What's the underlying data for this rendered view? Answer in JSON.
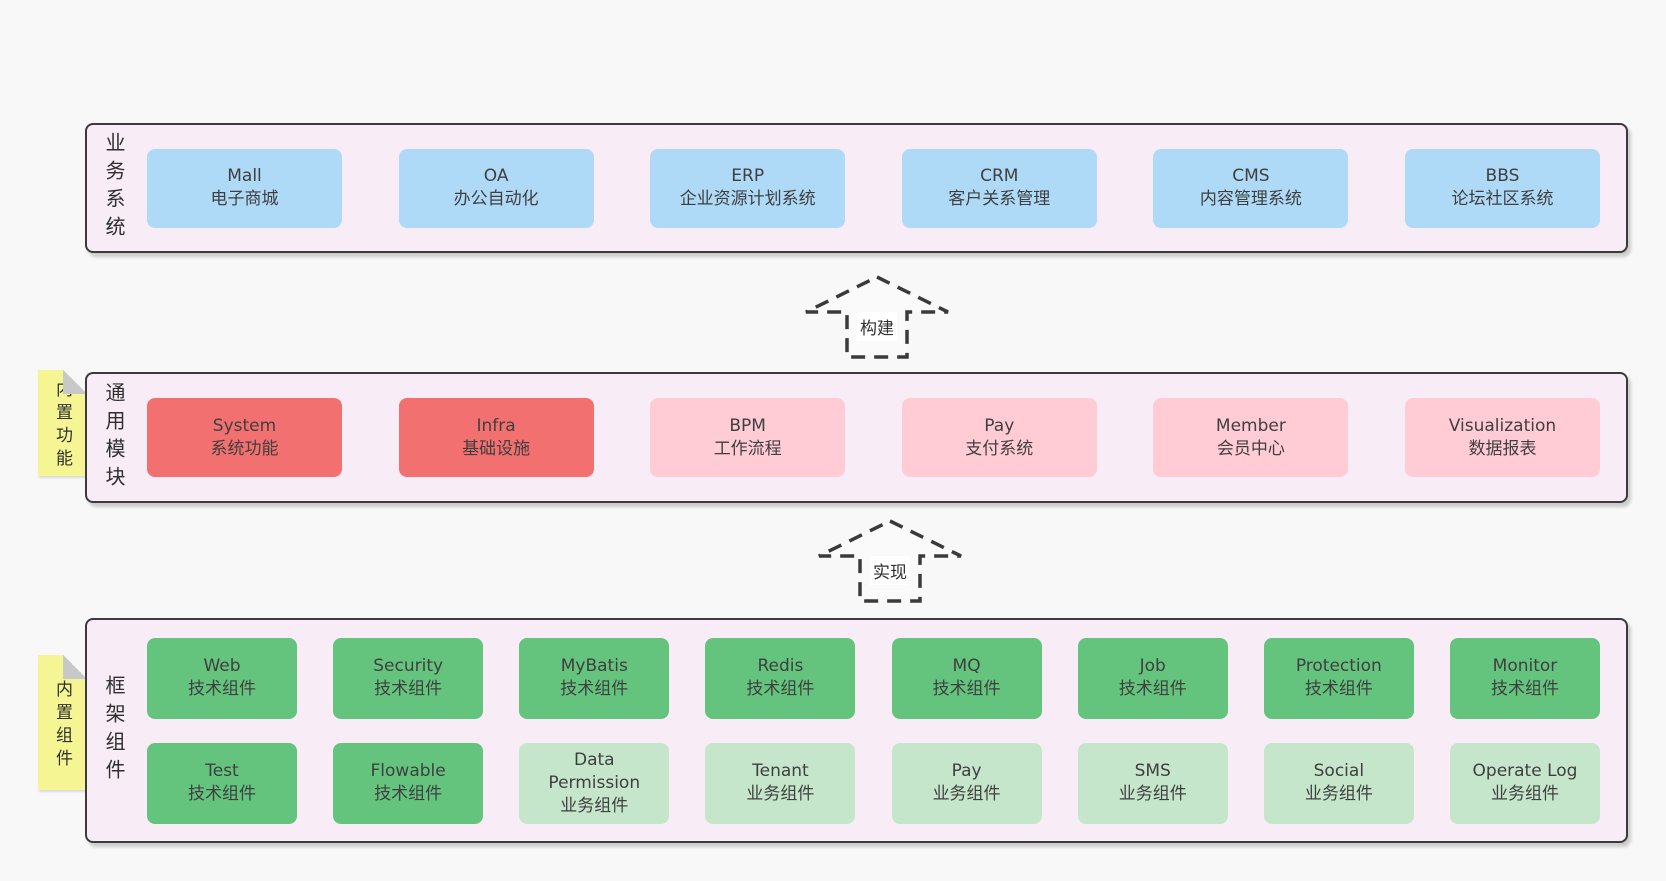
{
  "colors": {
    "page-bg": "#f8f8f8",
    "container-bg": "#f8edf6",
    "container-border": "#3b3b3b",
    "box-text": "#3f3f3f",
    "blue": "#aed9f7",
    "red": "#f2706f",
    "pink": "#ffccd5",
    "green": "#64c47e",
    "light-green": "#c5e6cb",
    "note-yellow": "#f6f593",
    "note-fold": "#c8c8c8",
    "arrow-stroke": "#3a3a3a"
  },
  "layers": [
    {
      "label": "业务系统",
      "rows": [
        [
          {
            "name": "Mall",
            "desc": "电子商城",
            "variant": "blue"
          },
          {
            "name": "OA",
            "desc": "办公自动化",
            "variant": "blue"
          },
          {
            "name": "ERP",
            "desc": "企业资源计划系统",
            "variant": "blue"
          },
          {
            "name": "CRM",
            "desc": "客户关系管理",
            "variant": "blue"
          },
          {
            "name": "CMS",
            "desc": "内容管理系统",
            "variant": "blue"
          },
          {
            "name": "BBS",
            "desc": "论坛社区系统",
            "variant": "blue"
          }
        ]
      ]
    },
    {
      "label": "通用模块",
      "note": "内置功能",
      "rows": [
        [
          {
            "name": "System",
            "desc": "系统功能",
            "variant": "red"
          },
          {
            "name": "Infra",
            "desc": "基础设施",
            "variant": "red"
          },
          {
            "name": "BPM",
            "desc": "工作流程",
            "variant": "pink"
          },
          {
            "name": "Pay",
            "desc": "支付系统",
            "variant": "pink"
          },
          {
            "name": "Member",
            "desc": "会员中心",
            "variant": "pink"
          },
          {
            "name": "Visualization",
            "desc": "数据报表",
            "variant": "pink"
          }
        ]
      ]
    },
    {
      "label": "框架组件",
      "note": "内置组件",
      "rows": [
        [
          {
            "name": "Web",
            "desc": "技术组件",
            "variant": "green"
          },
          {
            "name": "Security",
            "desc": "技术组件",
            "variant": "green"
          },
          {
            "name": "MyBatis",
            "desc": "技术组件",
            "variant": "green"
          },
          {
            "name": "Redis",
            "desc": "技术组件",
            "variant": "green"
          },
          {
            "name": "MQ",
            "desc": "技术组件",
            "variant": "green"
          },
          {
            "name": "Job",
            "desc": "技术组件",
            "variant": "green"
          },
          {
            "name": "Protection",
            "desc": "技术组件",
            "variant": "green"
          },
          {
            "name": "Monitor",
            "desc": "技术组件",
            "variant": "green"
          }
        ],
        [
          {
            "name": "Test",
            "desc": "技术组件",
            "variant": "green"
          },
          {
            "name": "Flowable",
            "desc": "技术组件",
            "variant": "green"
          },
          {
            "name": "Data Permission",
            "desc": "业务组件",
            "variant": "light-green"
          },
          {
            "name": "Tenant",
            "desc": "业务组件",
            "variant": "light-green"
          },
          {
            "name": "Pay",
            "desc": "业务组件",
            "variant": "light-green"
          },
          {
            "name": "SMS",
            "desc": "业务组件",
            "variant": "light-green"
          },
          {
            "name": "Social",
            "desc": "业务组件",
            "variant": "light-green"
          },
          {
            "name": "Operate Log",
            "desc": "业务组件",
            "variant": "light-green"
          }
        ]
      ]
    }
  ],
  "arrows": [
    {
      "label": "构建"
    },
    {
      "label": "实现"
    }
  ]
}
